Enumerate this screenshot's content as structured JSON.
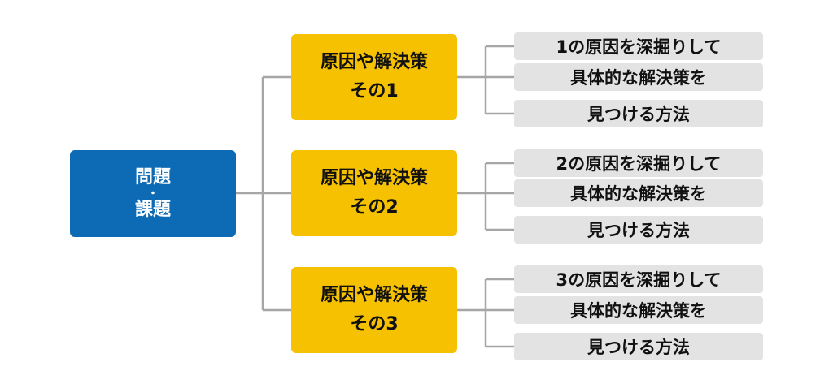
{
  "root": {
    "line1": "問題",
    "dot": "・",
    "line2": "課題"
  },
  "causes": [
    {
      "line1": "原因や解決策",
      "line2": "その1",
      "details": [
        "1の原因を深掘りして",
        "具体的な解決策を",
        "見つける方法"
      ]
    },
    {
      "line1": "原因や解決策",
      "line2": "その2",
      "details": [
        "2の原因を深掘りして",
        "具体的な解決策を",
        "見つける方法"
      ]
    },
    {
      "line1": "原因や解決策",
      "line2": "その3",
      "details": [
        "3の原因を深掘りして",
        "具体的な解決策を",
        "見つける方法"
      ]
    }
  ],
  "colors": {
    "root": "#0d6bb5",
    "cause": "#f6c100",
    "detail": "#e3e3e3",
    "connector": "#a6a6a6"
  }
}
